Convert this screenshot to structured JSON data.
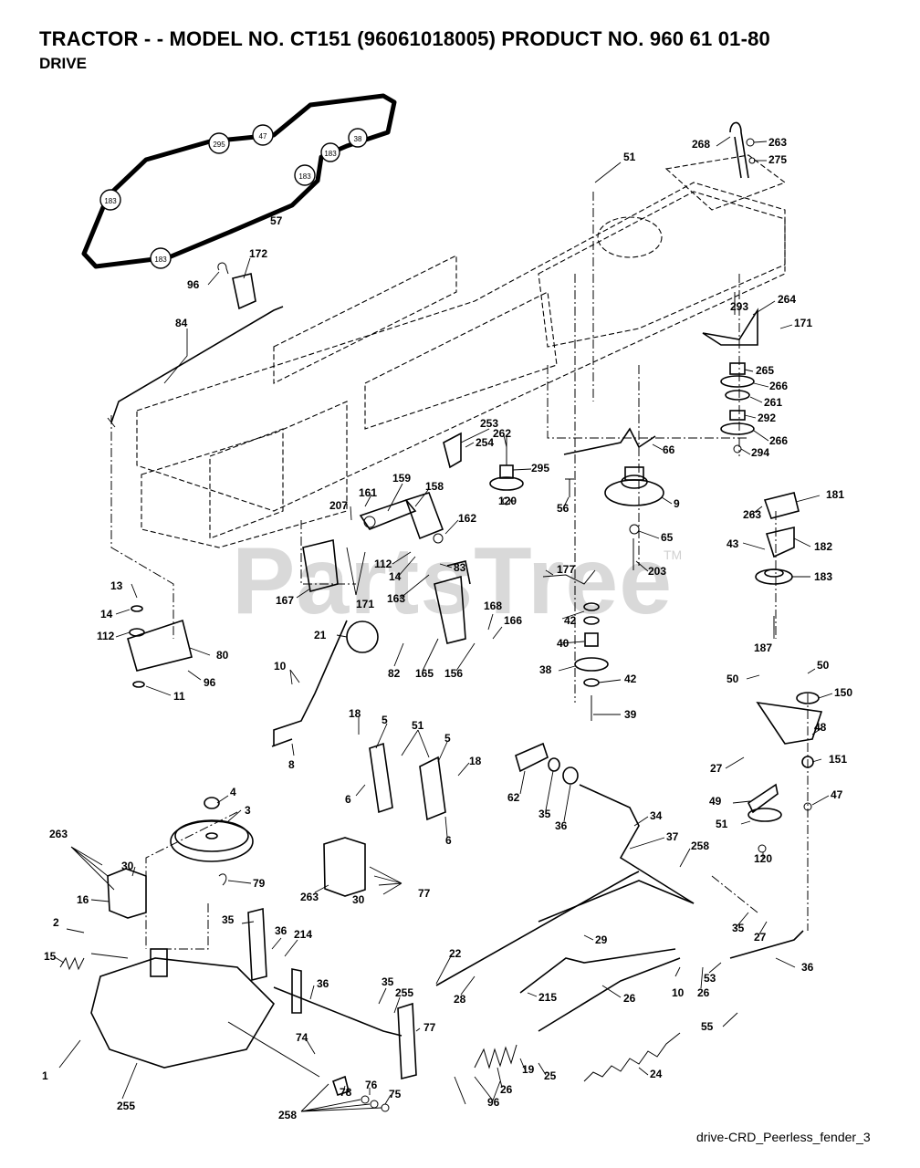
{
  "header": {
    "title": "TRACTOR - - MODEL NO. CT151 (96061018005) PRODUCT NO. 960 61 01-80",
    "subtitle": "DRIVE"
  },
  "footer": {
    "caption": "drive-CRD_Peerless_fender_3"
  },
  "watermark": {
    "text": "PartsTree",
    "tm": "TM"
  },
  "belt_pulley_labels": [
    "183",
    "295",
    "47",
    "38",
    "183",
    "183",
    "183"
  ],
  "callouts": [
    "57",
    "96",
    "172",
    "84",
    "51",
    "268",
    "263",
    "275",
    "293",
    "264",
    "171",
    "265",
    "266",
    "261",
    "292",
    "266",
    "294",
    "253",
    "254",
    "262",
    "295",
    "120",
    "56",
    "66",
    "9",
    "65",
    "203",
    "161",
    "159",
    "158",
    "207",
    "162",
    "112",
    "14",
    "163",
    "83",
    "167",
    "171",
    "177",
    "13",
    "14",
    "112",
    "80",
    "96",
    "11",
    "21",
    "82",
    "165",
    "168",
    "166",
    "156",
    "42",
    "40",
    "38",
    "42",
    "39",
    "263",
    "181",
    "43",
    "182",
    "183",
    "187",
    "50",
    "50",
    "150",
    "48",
    "27",
    "151",
    "49",
    "51",
    "47",
    "120",
    "10",
    "8",
    "18",
    "5",
    "51",
    "5",
    "18",
    "6",
    "6",
    "62",
    "35",
    "36",
    "34",
    "37",
    "258",
    "4",
    "3",
    "79",
    "263",
    "30",
    "16",
    "30",
    "263",
    "77",
    "2",
    "15",
    "1",
    "255",
    "35",
    "36",
    "214",
    "36",
    "35",
    "255",
    "77",
    "74",
    "78",
    "76",
    "75",
    "258",
    "22",
    "28",
    "29",
    "215",
    "26",
    "10",
    "26",
    "53",
    "36",
    "35",
    "27",
    "55",
    "24",
    "19",
    "25",
    "26",
    "96"
  ],
  "colors": {
    "ink": "#000000",
    "watermark": "#d9d9d9",
    "background": "#ffffff"
  }
}
